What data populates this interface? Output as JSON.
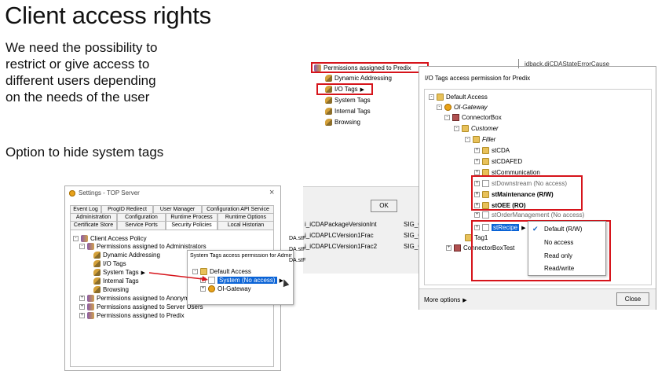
{
  "slide": {
    "title": "Client access rights",
    "bullet1": "We need the possibility to restrict or give access to different users depending on the needs of the user",
    "bullet2": "Option to hide  system tags"
  },
  "settings_window": {
    "title": "Settings - TOP Server",
    "close": "×",
    "tabs_row1": [
      "Event Log",
      "ProgID Redirect",
      "User Manager",
      "Configuration API Service"
    ],
    "tabs_row2": [
      "Administration",
      "Configuration",
      "Runtime Process",
      "Runtime Options"
    ],
    "tabs_row3": [
      "Certificate Store",
      "Service Ports",
      "Security Policies",
      "Local Historian"
    ],
    "tree": [
      "Client Access Policy",
      "Permissions assigned to Administrators",
      "Dynamic Addressing",
      "I/O Tags",
      "System Tags",
      "Internal Tags",
      "Browsing",
      "Permissions assigned to Anonymous",
      "Permissions assigned to Server Users",
      "Permissions assigned to Predix"
    ]
  },
  "system_tags_popup": {
    "title": "System Tags access permission for Administr",
    "root": "Default Access",
    "selected": "System (No access)",
    "child": "OI-Gateway"
  },
  "predix_panel": {
    "header": "Permissions assigned to Predix",
    "items": [
      "Dynamic Addressing",
      "I/O Tags",
      "System Tags",
      "Internal Tags",
      "Browsing"
    ],
    "ok": "OK",
    "rows_left": [
      "i_iCDAPackageVersionInt",
      "i_iCDAPLCVersion1Frac",
      "i_iCDAPLCVersion1Frac2"
    ],
    "rows_right": [
      "SIG_C",
      "SIG_C",
      "SIG_C"
    ],
    "side_labels": [
      "DA.stF",
      "DA.stF",
      "DA.stF"
    ],
    "top_text": "idback.diCDAStateErrorCause"
  },
  "io_window": {
    "title": "I/O Tags access permission for Predix",
    "tree": [
      "Default Access",
      "OI-Gateway",
      "ConnectorBox",
      "Customer",
      "Filler",
      "stCDA",
      "stCDAFED",
      "stCommunication",
      "stDownstream (No access)",
      "stMaintenance (R/W)",
      "stOEE (RO)",
      "stOrderManagement (No access)",
      "stRecipe",
      "Tag1",
      "ConnectorBoxTest"
    ],
    "menu": [
      "Default (R/W)",
      "No access",
      "Read only",
      "Read/write"
    ],
    "more_options": "More options",
    "close": "Close",
    "check": "✔",
    "arrow": "▶"
  }
}
